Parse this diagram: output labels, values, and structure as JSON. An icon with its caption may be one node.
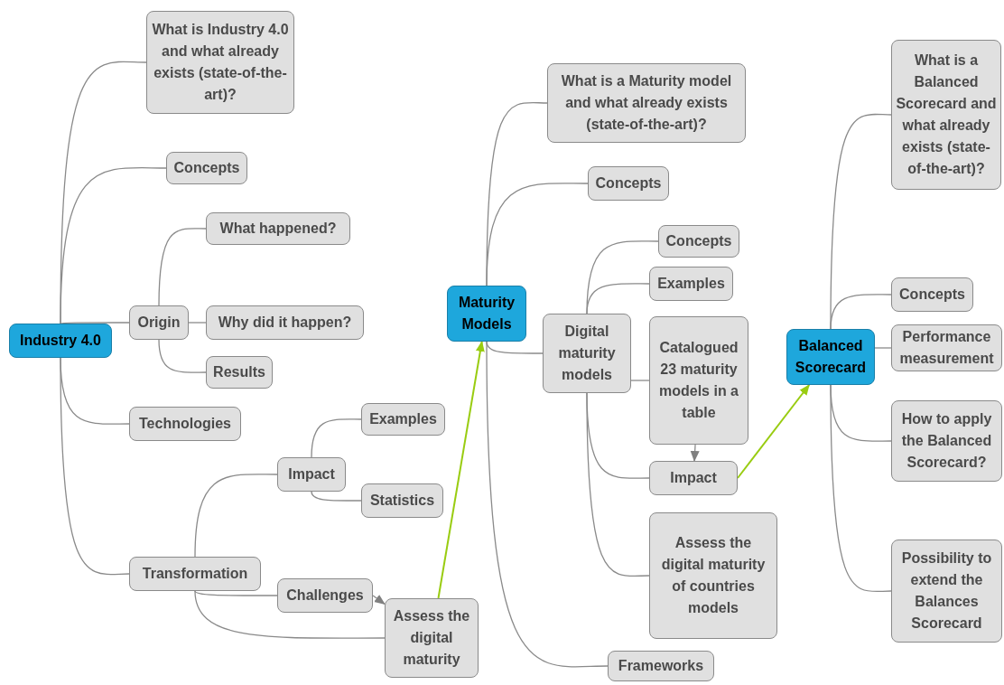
{
  "diagram": {
    "nodes": [
      {
        "text": [
          "Industry 4.0"
        ]
      },
      {
        "text": [
          "What is Industry 4.0 and what already exists (state-of-the-art)?"
        ]
      },
      {
        "text": [
          "Concepts"
        ]
      },
      {
        "text": [
          "Origin"
        ]
      },
      {
        "text": [
          "What happened?"
        ]
      },
      {
        "text": [
          "Why did it happen?"
        ]
      },
      {
        "text": [
          "Results"
        ]
      },
      {
        "text": [
          "Technologies"
        ]
      },
      {
        "text": [
          "Transformation"
        ]
      },
      {
        "text": [
          "Impact"
        ]
      },
      {
        "text": [
          "Examples"
        ]
      },
      {
        "text": [
          "Statistics"
        ]
      },
      {
        "text": [
          "Challenges"
        ]
      },
      {
        "text": [
          "Assess the digital maturity"
        ]
      },
      {
        "text": [
          "Maturity Models"
        ]
      },
      {
        "text": [
          "What is a Maturity model and what already exists (state-of-the-art)?"
        ]
      },
      {
        "text": [
          "Concepts"
        ]
      },
      {
        "text": [
          "Digital maturity models"
        ]
      },
      {
        "text": [
          "Concepts"
        ]
      },
      {
        "text": [
          "Examples"
        ]
      },
      {
        "text": [
          "Catalogued 23 maturity models in a table"
        ]
      },
      {
        "text": [
          "Impact"
        ]
      },
      {
        "text": [
          "Assess the digital maturity of countries models"
        ]
      },
      {
        "text": [
          "Frameworks"
        ]
      },
      {
        "text": [
          "Balanced Scorecard"
        ]
      },
      {
        "text": [
          "What is a Balanced Scorecard and what already exists (state-of-the-art)?"
        ]
      },
      {
        "text": [
          "Concepts"
        ]
      },
      {
        "text": [
          "Performance measurement"
        ]
      },
      {
        "text": [
          "How to apply the Balanced Scorecard?"
        ]
      },
      {
        "text": [
          "Possibility to extend the Balances Scorecard"
        ]
      }
    ],
    "edges": [
      {
        "from": 0,
        "to": 1,
        "arrow": "none"
      },
      {
        "from": 0,
        "to": 2,
        "arrow": "none"
      },
      {
        "from": 0,
        "to": 3,
        "arrow": "none"
      },
      {
        "from": 0,
        "to": 7,
        "arrow": "none"
      },
      {
        "from": 0,
        "to": 8,
        "arrow": "none"
      },
      {
        "from": 3,
        "to": 4,
        "arrow": "none"
      },
      {
        "from": 3,
        "to": 5,
        "arrow": "none"
      },
      {
        "from": 3,
        "to": 6,
        "arrow": "none"
      },
      {
        "from": 8,
        "to": 9,
        "arrow": "none"
      },
      {
        "from": 9,
        "to": 10,
        "arrow": "none"
      },
      {
        "from": 9,
        "to": 11,
        "arrow": "none"
      },
      {
        "from": 8,
        "to": 12,
        "arrow": "none"
      },
      {
        "from": 8,
        "to": 13,
        "arrow": "none"
      },
      {
        "from": 12,
        "to": 13,
        "arrow": "to"
      },
      {
        "from": 13,
        "to": 14,
        "arrow": "to",
        "color": "#99cc11"
      },
      {
        "from": 14,
        "to": 15,
        "arrow": "none"
      },
      {
        "from": 14,
        "to": 16,
        "arrow": "none"
      },
      {
        "from": 14,
        "to": 17,
        "arrow": "none"
      },
      {
        "from": 14,
        "to": 23,
        "arrow": "none"
      },
      {
        "from": 17,
        "to": 18,
        "arrow": "none"
      },
      {
        "from": 17,
        "to": 19,
        "arrow": "none"
      },
      {
        "from": 17,
        "to": 20,
        "arrow": "none"
      },
      {
        "from": 17,
        "to": 21,
        "arrow": "none"
      },
      {
        "from": 17,
        "to": 22,
        "arrow": "none"
      },
      {
        "from": 20,
        "to": 21,
        "arrow": "to"
      },
      {
        "from": 21,
        "to": 24,
        "arrow": "to",
        "color": "#99cc11"
      },
      {
        "from": 24,
        "to": 25,
        "arrow": "none"
      },
      {
        "from": 24,
        "to": 26,
        "arrow": "none"
      },
      {
        "from": 24,
        "to": 27,
        "arrow": "none"
      },
      {
        "from": 24,
        "to": 28,
        "arrow": "none"
      },
      {
        "from": 24,
        "to": 29,
        "arrow": "none"
      }
    ]
  }
}
